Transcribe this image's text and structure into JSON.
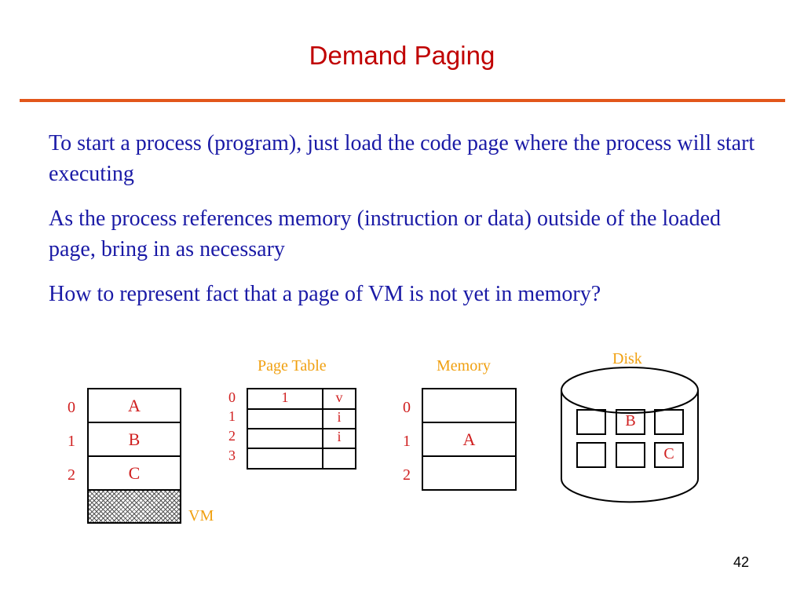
{
  "title": "Demand Paging",
  "bullets": [
    "To start a process (program), just load the code page where the process will start executing",
    "As the process references memory (instruction or data) outside of the loaded page, bring in as necessary",
    "How to represent fact that a page of VM is not yet in memory?"
  ],
  "diagram": {
    "vm": {
      "label": "VM",
      "rows": [
        {
          "index": "0",
          "content": "A"
        },
        {
          "index": "1",
          "content": "B"
        },
        {
          "index": "2",
          "content": "C"
        },
        {
          "index": "",
          "content": ""
        }
      ]
    },
    "page_table": {
      "label": "Page Table",
      "rows": [
        {
          "index": "0",
          "frame": "1",
          "bit": "v"
        },
        {
          "index": "1",
          "frame": "",
          "bit": "i"
        },
        {
          "index": "2",
          "frame": "",
          "bit": "i"
        },
        {
          "index": "3",
          "frame": "",
          "bit": ""
        }
      ]
    },
    "memory": {
      "label": "Memory",
      "rows": [
        {
          "index": "0",
          "content": ""
        },
        {
          "index": "1",
          "content": "A"
        },
        {
          "index": "2",
          "content": ""
        }
      ]
    },
    "disk": {
      "label": "Disk",
      "blocks": [
        "",
        "B",
        "",
        "",
        "",
        "C"
      ]
    }
  },
  "page_number": "42",
  "colors": {
    "title": "#c00000",
    "rule": "#e2561a",
    "bullet_text": "#1a1aa6",
    "diagram_text": "#d02020",
    "diagram_labels": "#f0a010"
  }
}
